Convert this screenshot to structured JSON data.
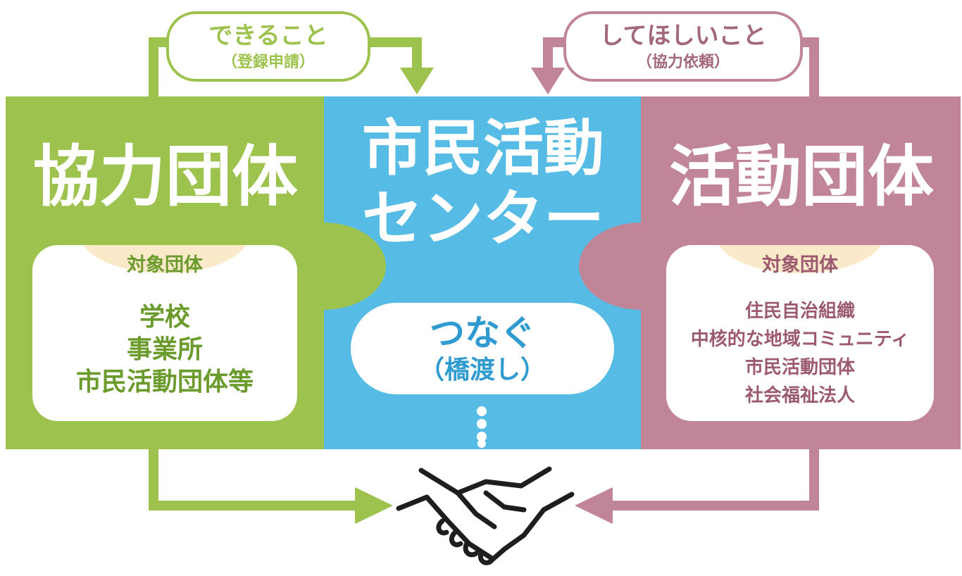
{
  "colors": {
    "green": "#9dc24d",
    "blue": "#57bce5",
    "pink": "#c08596",
    "white": "#ffffff",
    "tab_cream": "#fbeac9",
    "handshake": "#1e1e1e"
  },
  "top_left_bubble": {
    "main": "できること",
    "sub": "（登録申請）"
  },
  "top_right_bubble": {
    "main": "してほしいこと",
    "sub": "（協力依頼）"
  },
  "left_panel": {
    "title": "協力団体",
    "card_tab": "対象団体",
    "items": [
      "学校",
      "事業所",
      "市民活動団体等"
    ]
  },
  "center_panel": {
    "title_line1": "市民活動",
    "title_line2": "センター",
    "role_main": "つなぐ",
    "role_sub": "（橋渡し）"
  },
  "right_panel": {
    "title": "活動団体",
    "card_tab": "対象団体",
    "items": [
      "住民自治組織",
      "中核的な地域コミュニティ",
      "市民活動団体",
      "社会福祉法人"
    ]
  },
  "icons": {
    "bottom_center": "handshake-icon",
    "dots": "vertical-dots-icon"
  }
}
